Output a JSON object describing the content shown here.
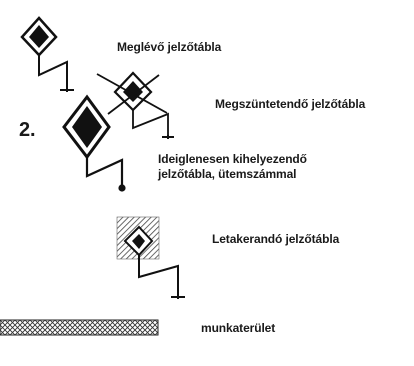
{
  "legend": {
    "existing_sign": "Meglévő jelzőtábla",
    "removed_sign": "Megszüntetendő jelzőtábla",
    "temporary_sign_line1": "Ideiglenesen kihelyezendő",
    "temporary_sign_line2": "jelzőtábla, ütemszámmal",
    "phase_number": "2.",
    "takedown_sign": "Letakerandó jelzőtábla",
    "work_area": "munkaterület"
  },
  "colors": {
    "ink": "#111111",
    "hatch": "#555555"
  }
}
